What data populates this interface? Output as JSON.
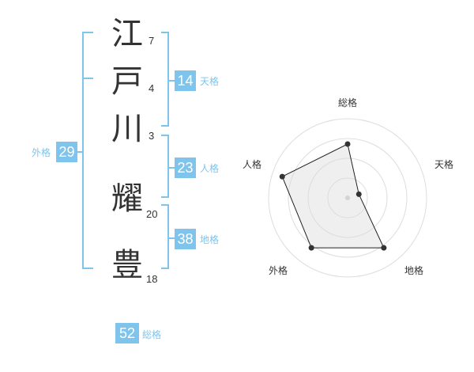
{
  "name": {
    "chars": [
      {
        "char": "江",
        "strokes": "7"
      },
      {
        "char": "戸",
        "strokes": "4"
      },
      {
        "char": "川",
        "strokes": "3"
      },
      {
        "char": "耀",
        "strokes": "20"
      },
      {
        "char": "豊",
        "strokes": "18"
      }
    ]
  },
  "kaku": {
    "tenkaku": {
      "value": "14",
      "label": "天格"
    },
    "jinkaku": {
      "value": "23",
      "label": "人格"
    },
    "chikaku": {
      "value": "38",
      "label": "地格"
    },
    "gaikaku": {
      "value": "29",
      "label": "外格"
    },
    "soukaku": {
      "value": "52",
      "label": "総格"
    }
  },
  "colors": {
    "accent": "#7ec4ec",
    "text": "#333333",
    "grid": "#dddddd",
    "fill": "#f0f0f0"
  },
  "chart_data": {
    "type": "radar",
    "axes": [
      "総格",
      "天格",
      "地格",
      "外格",
      "人格"
    ],
    "values": [
      0.68,
      0.15,
      0.78,
      0.78,
      0.87
    ],
    "rings": 4
  }
}
